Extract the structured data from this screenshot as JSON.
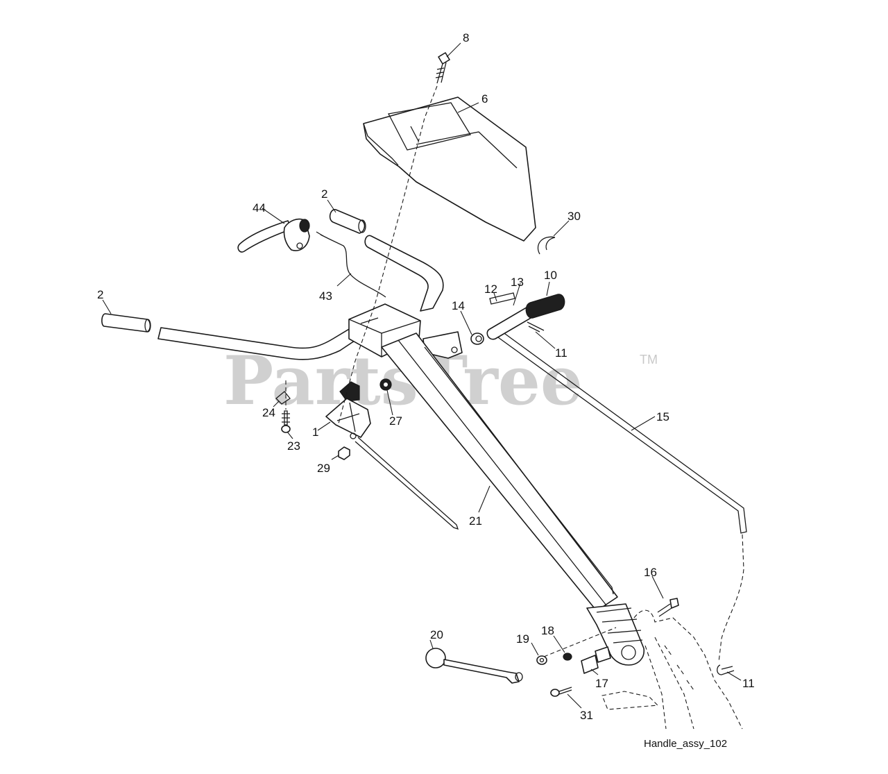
{
  "watermark": {
    "text": "PartsTree",
    "trademark": "TM"
  },
  "caption": "Handle_assy_102",
  "callouts": {
    "c8": "8",
    "c6": "6",
    "c2a": "2",
    "c44": "44",
    "c30": "30",
    "c43": "43",
    "c2b": "2",
    "c10": "10",
    "c13": "13",
    "c12": "12",
    "c14": "14",
    "c11a": "11",
    "c15": "15",
    "c24": "24",
    "c27": "27",
    "c1": "1",
    "c23": "23",
    "c29": "29",
    "c21": "21",
    "c16": "16",
    "c20": "20",
    "c19": "19",
    "c18": "18",
    "c17": "17",
    "c11b": "11",
    "c31": "31"
  },
  "colors": {
    "line": "#1a1a1a",
    "watermark": "#d0d0d0",
    "background": "#ffffff"
  }
}
